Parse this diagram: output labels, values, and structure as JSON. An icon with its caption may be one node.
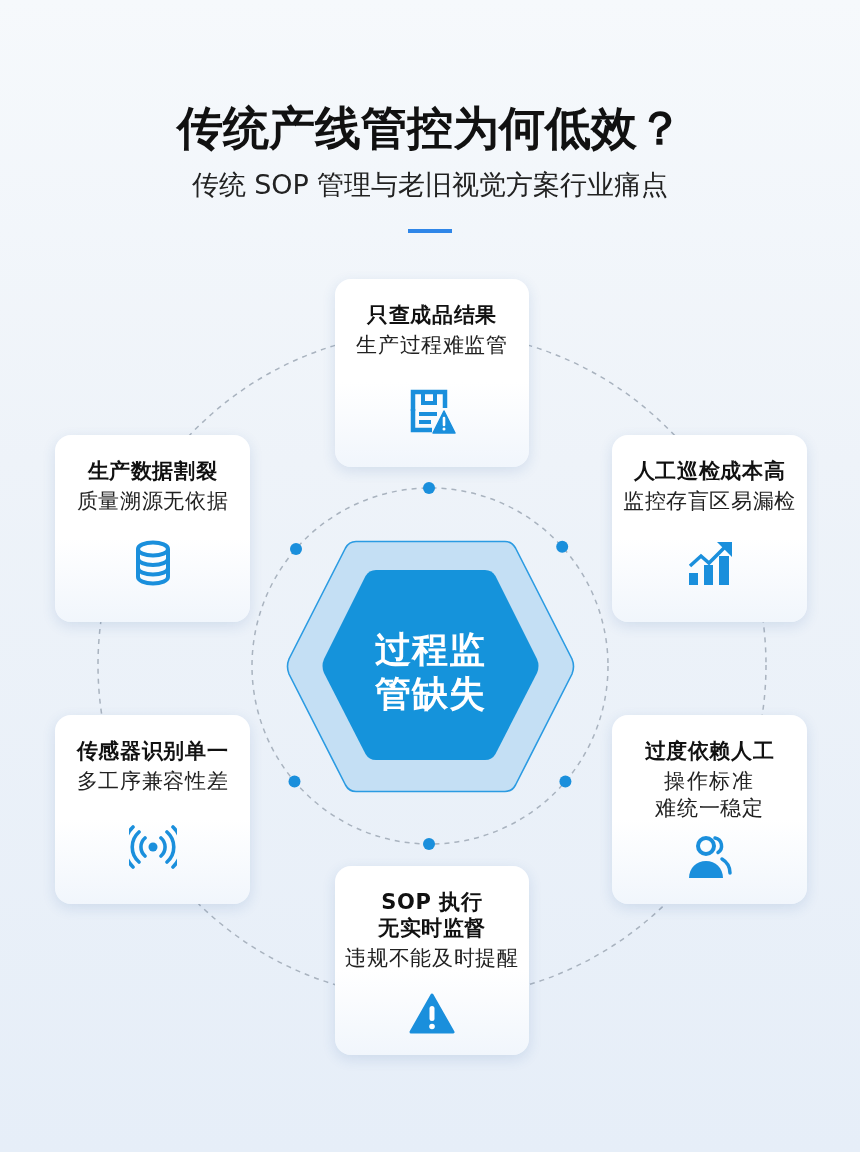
{
  "diagram": {
    "title": "传统产线管控为何低效？",
    "nodes": [
      {
        "text": [
          "只查成品结果",
          "生产过程难监管"
        ]
      },
      {
        "text": [
          "生产数据割裂",
          "质量溯源无依据"
        ]
      },
      {
        "text": [
          "人工巡检成本高",
          "监控存盲区易漏检"
        ]
      },
      {
        "text": [
          "过程监管缺失"
        ]
      },
      {
        "text": [
          "传感器识别单一",
          "多工序兼容性差"
        ]
      },
      {
        "text": [
          "过度依赖人工",
          "操作标准难统一稳定"
        ]
      },
      {
        "text": [
          "SOP 执行无实时监督",
          "违规不能及时提醒"
        ]
      }
    ],
    "labels": [
      "传统 SOP 管理与老旧视觉方案行业痛点"
    ]
  }
}
